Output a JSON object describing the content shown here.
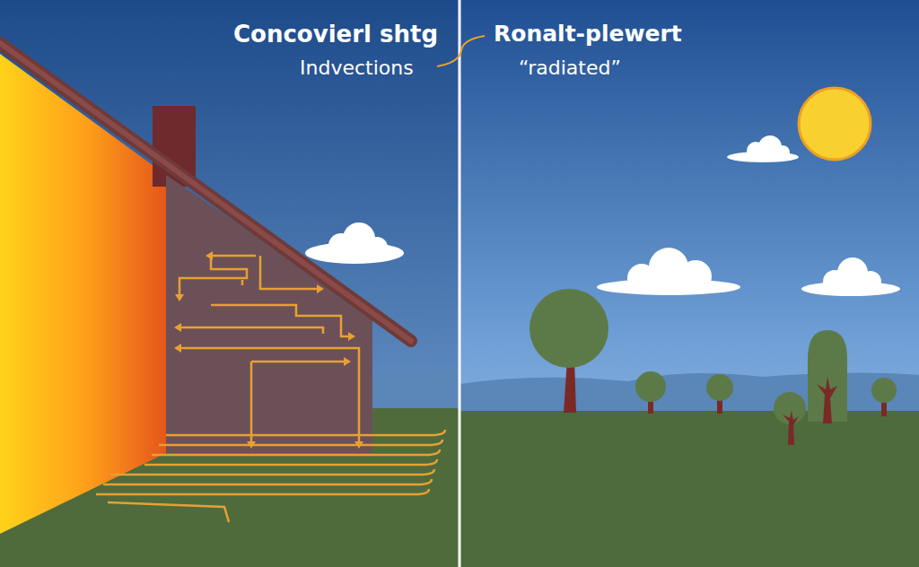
{
  "diagram": {
    "labels": [
      "Concovierl shtg",
      "Indvections",
      "Ronalt-plewert",
      "“radiated”"
    ]
  }
}
